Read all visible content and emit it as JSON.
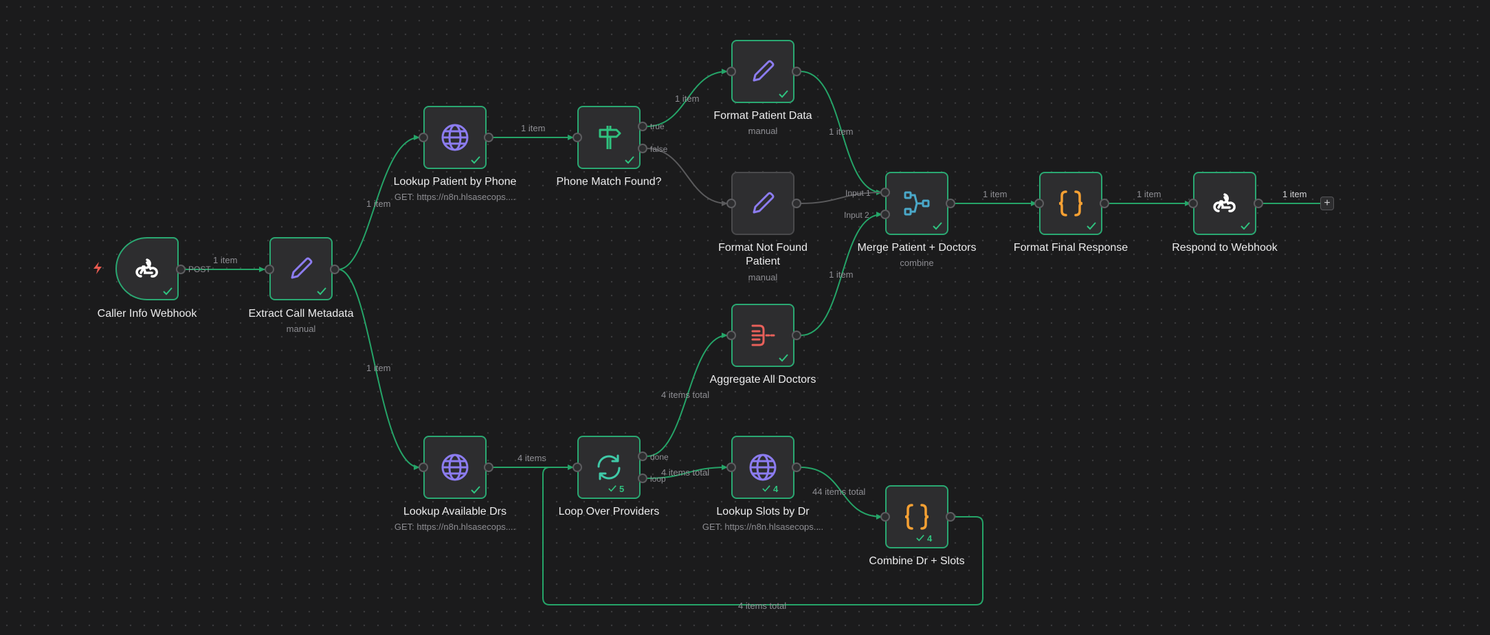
{
  "colors": {
    "canvas": "#1b1b1c",
    "node_bg": "#2d2d2f",
    "success": "#2aa872",
    "connection": "#25a468",
    "connection_inactive": "#5a5a5c",
    "trigger": "#e85a4f",
    "edit_icon": "#8c7cf0",
    "http_icon": "#8c7cf0",
    "if_icon": "#2fc27f",
    "loop_icon": "#3fcaa8",
    "merge_icon": "#4aa8c9",
    "aggregate_icon": "#e8605a",
    "code_icon": "#f5a033",
    "webhook_icon": "#ffffff"
  },
  "nodes": {
    "caller_webhook": {
      "title": "Caller Info Webhook",
      "icon": "webhook-icon"
    },
    "extract_metadata": {
      "title": "Extract Call Metadata",
      "subtitle": "manual",
      "icon": "pencil-icon"
    },
    "lookup_patient": {
      "title": "Lookup Patient by Phone",
      "subtitle": "GET: https://n8n.hlsasecops....",
      "icon": "globe-icon"
    },
    "phone_match": {
      "title": "Phone Match Found?",
      "icon": "signpost-icon"
    },
    "format_patient": {
      "title": "Format Patient Data",
      "subtitle": "manual",
      "icon": "pencil-icon"
    },
    "format_not_found": {
      "title": "Format Not Found Patient",
      "subtitle": "manual",
      "icon": "pencil-icon"
    },
    "merge": {
      "title": "Merge Patient + Doctors",
      "subtitle": "combine",
      "icon": "merge-icon"
    },
    "format_final": {
      "title": "Format Final Response",
      "icon": "code-icon"
    },
    "respond": {
      "title": "Respond to Webhook",
      "icon": "webhook-icon"
    },
    "aggregate": {
      "title": "Aggregate All Doctors",
      "icon": "aggregate-icon"
    },
    "lookup_drs": {
      "title": "Lookup Available Drs",
      "subtitle": "GET: https://n8n.hlsasecops....",
      "icon": "globe-icon"
    },
    "loop": {
      "title": "Loop Over Providers",
      "icon": "loop-icon",
      "runs": "5"
    },
    "lookup_slots": {
      "title": "Lookup Slots by Dr",
      "subtitle": "GET: https://n8n.hlsasecops....",
      "icon": "globe-icon",
      "runs": "4"
    },
    "combine": {
      "title": "Combine Dr + Slots",
      "icon": "code-icon",
      "runs": "4"
    }
  },
  "edges": {
    "webhook_extract": "1 item",
    "extract_patient": "1 item",
    "extract_drs": "1 item",
    "patient_if": "1 item",
    "if_true_format": "1 item",
    "format_merge": "1 item",
    "aggregate_merge": "1 item",
    "merge_final": "1 item",
    "final_respond": "1 item",
    "respond_out": "1 item",
    "drs_loop": "4 items",
    "loop_done": "4 items total",
    "loop_slots": "4 items total",
    "slots_combine": "44 items total",
    "combine_back": "4 items total"
  },
  "ports": {
    "post": "POST",
    "true": "true",
    "false": "false",
    "done": "done",
    "loop": "loop",
    "input1": "Input 1",
    "input2": "Input 2"
  },
  "add_button": "+"
}
